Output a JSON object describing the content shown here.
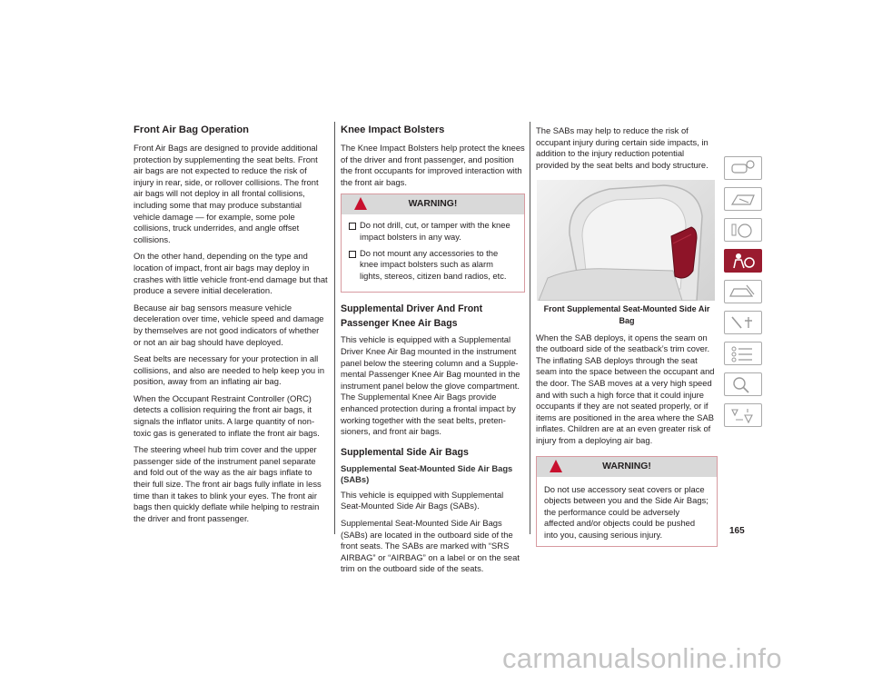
{
  "col1": {
    "heading": "Front Air Bag Operation",
    "paragraphs": [
      "Front Air Bags are designed to provide additional protection by supplementing the seat belts. Front air bags are not expected to reduce the risk of injury in rear, side, or rollover collisions. The front air bags will not deploy in all frontal collisions, including some that may produce substantial vehicle damage — for example, some pole collisions, truck underrides, and angle offset collisions.",
      "On the other hand, depending on the type and location of impact, front air bags may deploy in crashes with little vehicle front-end damage but that produce a severe initial deceleration.",
      "Because air bag sensors measure vehicle deceleration over time, vehicle speed and damage by themselves are not good indicators of whether or not an air bag should have deployed.",
      "Seat belts are necessary for your protection in all collisions, and also are needed to help keep you in position, away from an inflating air bag.",
      "When the Occupant Restraint Controller (ORC) detects a collision requiring the front air bags, it signals the inflator units. A large quantity of non-toxic gas is generated to inflate the front air bags.",
      "The steering wheel hub trim cover and the upper passenger side of the instrument panel separate and fold out of the way as the air bags inflate to their full size. The front air bags fully inflate in less time than it takes to blink your eyes. The front air bags then quickly deflate while helping to restrain the driver and front passenger."
    ]
  },
  "col2": {
    "heading": "Knee Impact Bolsters",
    "intro": "The Knee Impact Bolsters help protect the knees of the driver and front passenger, and position the front occupants for improved interaction with the front air bags.",
    "warning_title": "WARNING!",
    "warning_items": [
      "Do not drill, cut, or tamper with the knee impact bolsters in any way.",
      "Do not mount any accessories to the knee impact bolsters such as alarm lights, stereos, citizen band radios, etc."
    ],
    "heading2": "Supplemental Driver And Front Passenger Knee Air Bags",
    "para2": "This vehicle is equipped with a Supplemental Driver Knee Air Bag mounted in the instrument panel below the steering column and a Supple-mental Passenger Knee Air Bag mounted in the instrument panel below the glove compartment. The Supplemental Knee Air Bags provide enhanced protection during a frontal impact by working together with the seat belts, preten-sioners, and front air bags.",
    "heading3": "Supplemental Side Air Bags",
    "subheading": "Supplemental Seat-Mounted Side Air Bags (SABs)",
    "para3": "This vehicle is equipped with Supplemental Seat-Mounted Side Air Bags (SABs).",
    "para4": "Supplemental Seat-Mounted Side Air Bags (SABs) are located in the outboard side of the front seats. The SABs are marked with “SRS AIRBAG” or “AIRBAG” on a label or on the seat trim on the outboard side of the seats."
  },
  "col3": {
    "para1": "The SABs may help to reduce the risk of occupant injury during certain side impacts, in addition to the injury reduction potential provided by the seat belts and body structure.",
    "caption": "Front Supplemental Seat-Mounted Side Air Bag",
    "para2": "When the SAB deploys, it opens the seam on the outboard side of the seatback’s trim cover. The inflating SAB deploys through the seat seam into the space between the occupant and the door. The SAB moves at a very high speed and with such a high force that it could injure occupants if they are not seated properly, or if items are positioned in the area where the SAB inflates. Children are at an even greater risk of injury from a deploying air bag.",
    "warning_title": "WARNING!",
    "warning_text": "Do not use accessory seat covers or place objects between you and the Side Air Bags; the performance could be adversely affected and/or objects could be pushed into you, causing serious injury."
  },
  "page_number": "165",
  "footer": "carmanualsonline.info",
  "colors": {
    "accent": "#9a1b2f",
    "warning_icon": "#c8102e",
    "warning_border": "#d79aa0"
  },
  "tab_icons": [
    "car-overview-icon",
    "dashboard-message-icon",
    "steering-wheel-controls-icon",
    "airbag-safety-icon",
    "driving-car-icon",
    "emergency-tools-icon",
    "service-checklist-icon",
    "search-index-icon",
    "language-icon"
  ]
}
